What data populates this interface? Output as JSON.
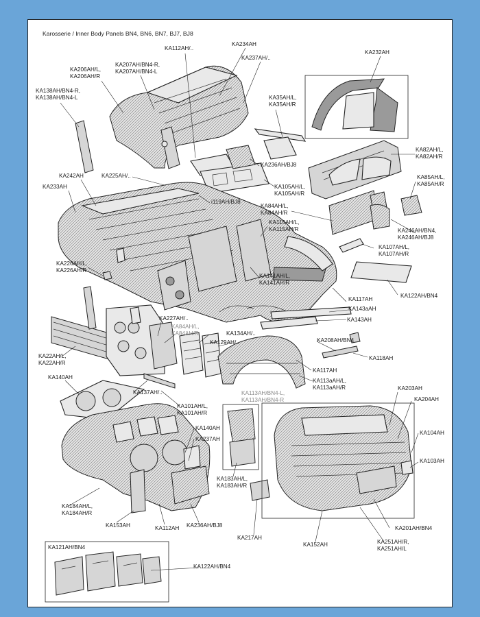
{
  "title": "Karosserie / Inner Body Panels  BN4, BN6, BN7, BJ7, BJ8",
  "labels": {
    "KA112AH_top": "KA112AH/..",
    "KA234AH": "KA234AH",
    "KA237AH_top": "KA237AH/..",
    "KA232AH": "KA232AH",
    "KA207AH": "KA207AH/BN4-R,\nKA207AH/BN4-L",
    "KA206AH": "KA206AH/L,\nKA206AH/R",
    "KA138AH": "KA138AH/BN4-R,\nKA138AH/BN4-L",
    "KA35AH": "KA35AH/L,\nKA35AH/R",
    "KA82AH": "KA82AH/L,\nKA82AH/R",
    "KA236AH_top": "KA236AH/BJ8",
    "KA242AH": "KA242AH",
    "KA225AH": "KA225AH/..",
    "KA233AH": "KA233AH",
    "KA105AH": "KA105AH/L,\nKA105AH/R",
    "KA85AH": "KA85AH/L,\nKA85AH/R",
    "i119AH": "i119AH/BJ8",
    "KA84AH_top": "KA84AH/L,\nKA84AH/R",
    "KA115AH": "KA115AH/L,\nKA115AH/R",
    "KA246AH": "KA246AH/BN4,\nKA246AH/BJ8",
    "KA107AH": "KA107AH/L,\nKA107AH/R",
    "KA226AH": "KA226AH/L,\nKA226AH/R",
    "KA141AH": "KA141AH/L,\nKA141AH/R",
    "KA122AH_right": "KA122AH/BN4",
    "KA117AH_a": "KA117AH",
    "KA143aAH": "KA143aAH",
    "KA143AH": "KA143AH",
    "KA227AH": "KA227AH/..",
    "KA84AH_grey": "KA84AH/L,\nKA84AH/R",
    "KA134AH": "KA134AH/..",
    "KA129AH": "KA129AH/..",
    "KA208AH": "KA208AH/BN4",
    "KA118AH": "KA118AH",
    "KA22AH": "KA22AH/L,\nKA22AH/R",
    "KA117AH_b": "KA117AH",
    "KA140AH_left": "KA140AH",
    "KA137AH": "KA137AH/..",
    "KA113aAH": "KA113aAH/L,\nKA113aAH/R",
    "KA113AH": "KA113AH/BN4-L,\nKA113AH/BN4-R",
    "KA203AH": "KA203AH",
    "KA204AH": "KA204AH",
    "KA101AH": "KA101AH/L,\nKA101AH/R",
    "KA140AH_mid": "KA140AH",
    "KA237AH_mid": "KA237AH",
    "KA104AH": "KA104AH",
    "KA103AH": "KA103AH",
    "KA183AH": "KA183AH/L,\nKA183AH/R",
    "KA184AH": "KA184AH/L,\nKA184AH/R",
    "KA153AH": "KA153AH",
    "KA112AH_bottom": "KA112AH",
    "KA236AH_bottom": "KA236AH/BJ8",
    "KA217AH": "KA217AH",
    "KA152AH": "KA152AH",
    "KA201AH": "KA201AH/BN4",
    "KA251AH": "KA251AH/R,\nKA251AH/L",
    "KA121AH": "KA121AH/BN4",
    "KA122AH_bottom": "KA122AH/BN4"
  }
}
